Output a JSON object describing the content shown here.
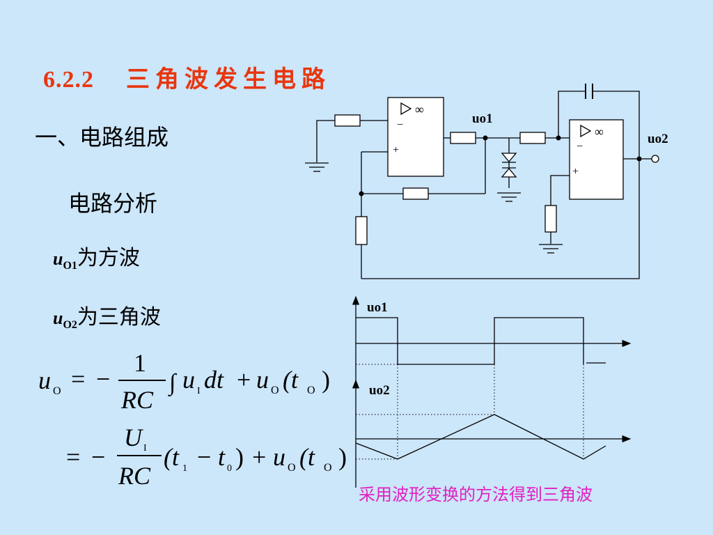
{
  "title": {
    "number": "6.2.2",
    "text": "三角波发生电路"
  },
  "section_heading": "一、电路组成",
  "analysis_heading": "电路分析",
  "uo1_line": {
    "symbol": "u",
    "subscript": "O1",
    "text": "为方波"
  },
  "uo2_line": {
    "symbol": "u",
    "subscript": "O2",
    "text": "为三角波"
  },
  "formula": {
    "lhs": "u",
    "lhs_sub": "O",
    "eq": "=",
    "minus": "−",
    "frac1_num": "1",
    "frac1_den": "RC",
    "integral": "∫",
    "integrand": "u",
    "integrand_sub": "I",
    "dt": "dt",
    "plus": "+",
    "term_u": "u",
    "term_u_sub": "O",
    "term_arg": "(t",
    "term_arg_sub": "O",
    "term_close": ")",
    "frac2_num": "U",
    "frac2_num_sub": "I",
    "frac2_den": "RC",
    "paren_t1": "(t",
    "t1_sub": "1",
    "minus2": "−",
    "t0": "t",
    "t0_sub": "0",
    "close2": ")"
  },
  "circuit": {
    "label_uo1": "uo1",
    "label_uo2": "uo2",
    "opamp_minus": "−",
    "opamp_plus": "+",
    "opamp_inf": "∞"
  },
  "waveforms": {
    "label_uo1": "uo1",
    "label_uo2": "uo2"
  },
  "caption": "采用波形变换的方法得到三角波",
  "colors": {
    "background": "#cce6fa",
    "title": "#e8360e",
    "caption": "#e020c0"
  }
}
